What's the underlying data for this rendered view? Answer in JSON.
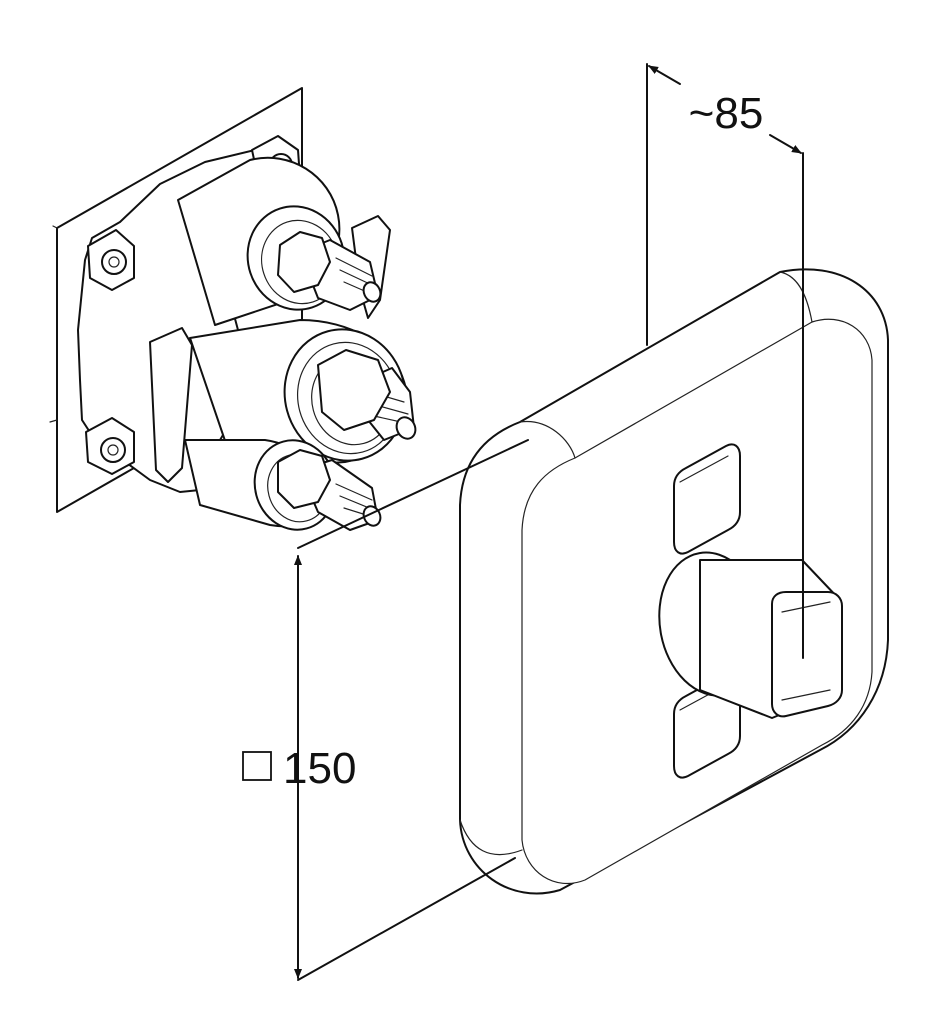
{
  "dimensions": {
    "depth_label": "~85",
    "size_label": "150",
    "size_symbol": "square"
  },
  "colors": {
    "line": "#111111",
    "background": "#ffffff"
  }
}
